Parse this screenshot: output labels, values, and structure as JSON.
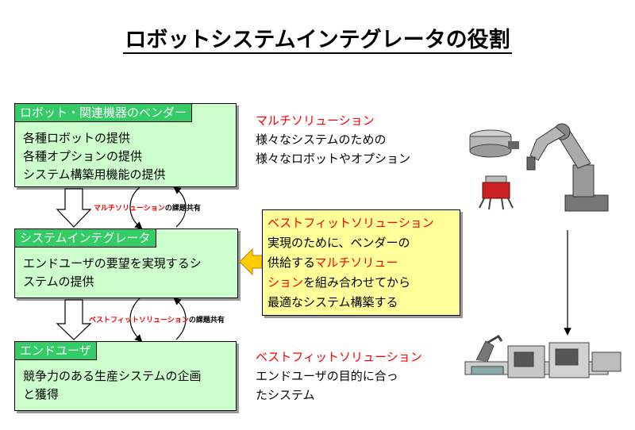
{
  "title": "ロボットシステムインテグレータの役割",
  "boxes": {
    "vendor": {
      "header": "ロボット・関連機器のベンダー",
      "lines": [
        "各種ロボットの提供",
        "各種オプションの提供",
        "システム構築用機能の提供"
      ]
    },
    "integrator": {
      "header": "システムインテグレータ",
      "lines": [
        "エンドユーザの要望を実現するシ",
        "ステムの提供"
      ]
    },
    "enduser": {
      "header": "エンドユーザ",
      "lines": [
        "競争力のある生産システムの企画",
        "と獲得"
      ]
    }
  },
  "loops": {
    "top": {
      "red": "マルチソリューション",
      "black": "の課題共有"
    },
    "bottom": {
      "red": "ベストフィットソリューション",
      "black": "の課題共有"
    }
  },
  "right": {
    "multi": {
      "title": "マルチソリューション",
      "lines": [
        "様々なシステムのための",
        "様々なロボットやオプション"
      ]
    },
    "bestfit_box": {
      "title": "ベストフィットソリューション",
      "line1": "実現のために、ベンダーの",
      "line2a": "供給する",
      "line2b": "マルチソリュー",
      "line3a": "ション",
      "line3b": "を組み合わせてから",
      "line4": "最適なシステム構築する"
    },
    "bestfit": {
      "title": "ベストフィットソリューション",
      "lines": [
        "エンドユーザの目的に合っ",
        "たシステム"
      ]
    }
  },
  "colors": {
    "box_fill": "#ccffcc",
    "header_fill": "#33cc66",
    "yellow_fill": "#ffff99",
    "accent_red": "#ff0000",
    "arrow_orange": "#ffcc00"
  }
}
